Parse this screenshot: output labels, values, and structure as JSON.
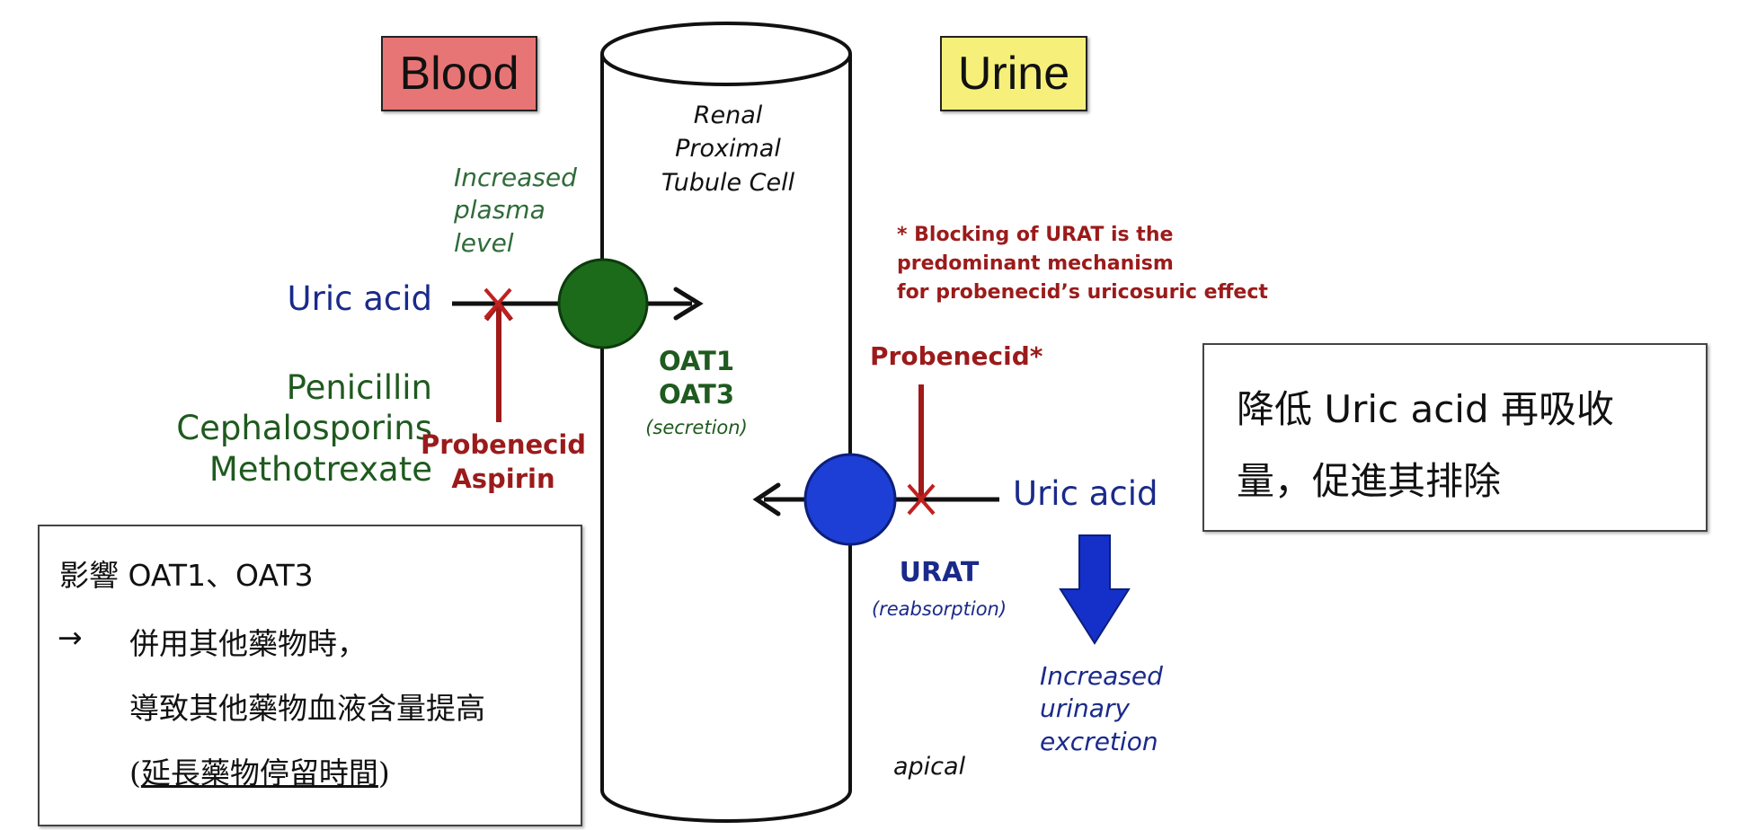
{
  "labels": {
    "blood": "Blood",
    "urine": "Urine",
    "cell_title": "Renal\nProximal\nTubule Cell",
    "increased_plasma": "Increased\nplasma\nlevel",
    "left_uric": "Uric acid",
    "left_other_drugs": "Penicillin\nCephalosporins\nMethotrexate",
    "oat_names": "OAT1\nOAT3",
    "secretion": "(secretion)",
    "prob_aspirin": "Probenecid\nAspirin",
    "blocking_note": "* Blocking of URAT is the\npredominant mechanism\nfor probenecid’s uricosuric effect",
    "probenecid_star": "Probenecid*",
    "uric_right": "Uric acid",
    "urat": "URAT",
    "reabsorption": "(reabsorption)",
    "increased_urinary": "Increased\nurinary\nexcretion",
    "apical": "apical"
  },
  "note_left": {
    "line1": "影響 OAT1、OAT3",
    "arrow": "→",
    "line2": "併用其他藥物時，",
    "line3": "導致其他藥物血液含量提高",
    "line4_open": "(",
    "line4_underlined": "延長藥物停留時間",
    "line4_close": ")"
  },
  "note_right": {
    "line1": "降低 Uric acid 再吸收",
    "line2": "量，促進其排除"
  },
  "colors": {
    "blood_fill": "#e87575",
    "urine_fill": "#f6f07a",
    "oat_transporter": "#1b6b1b",
    "urat_transporter": "#1e3fd6",
    "inhibitor_red": "#a01a1a",
    "navy_text": "#1a2a8a",
    "green_text": "#1f5a1f",
    "excretion_arrow": "#1530c8"
  }
}
